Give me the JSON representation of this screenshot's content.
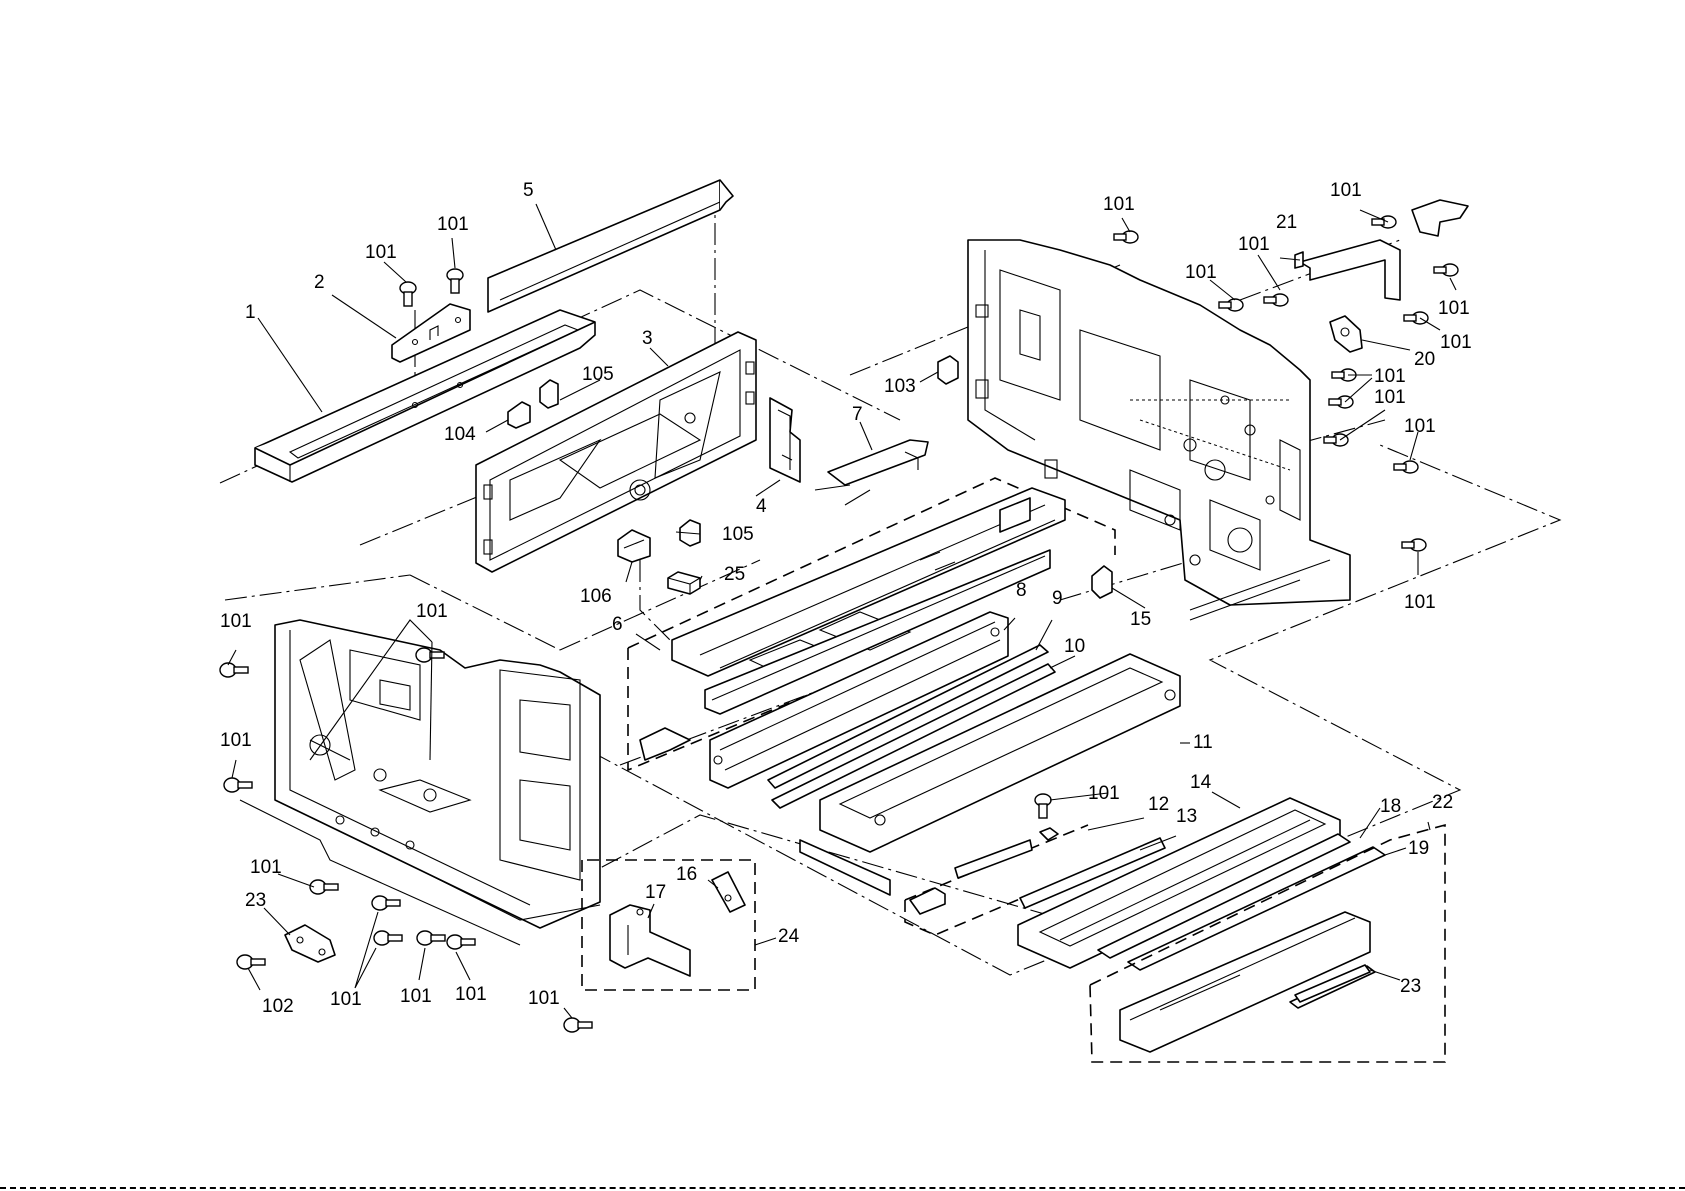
{
  "labels": {
    "p1": "1",
    "p2": "2",
    "p3": "3",
    "p4": "4",
    "p5": "5",
    "p6": "6",
    "p7": "7",
    "p8": "8",
    "p9": "9",
    "p10": "10",
    "p11": "11",
    "p12": "12",
    "p13": "13",
    "p14": "14",
    "p15": "15",
    "p16": "16",
    "p17": "17",
    "p18": "18",
    "p19": "19",
    "p20": "20",
    "p21": "21",
    "p22": "22",
    "p23a": "23",
    "p23b": "23",
    "p24": "24",
    "p25": "25",
    "p101": "101",
    "p102": "102",
    "p103": "103",
    "p104": "104",
    "p105": "105",
    "p106": "106"
  }
}
